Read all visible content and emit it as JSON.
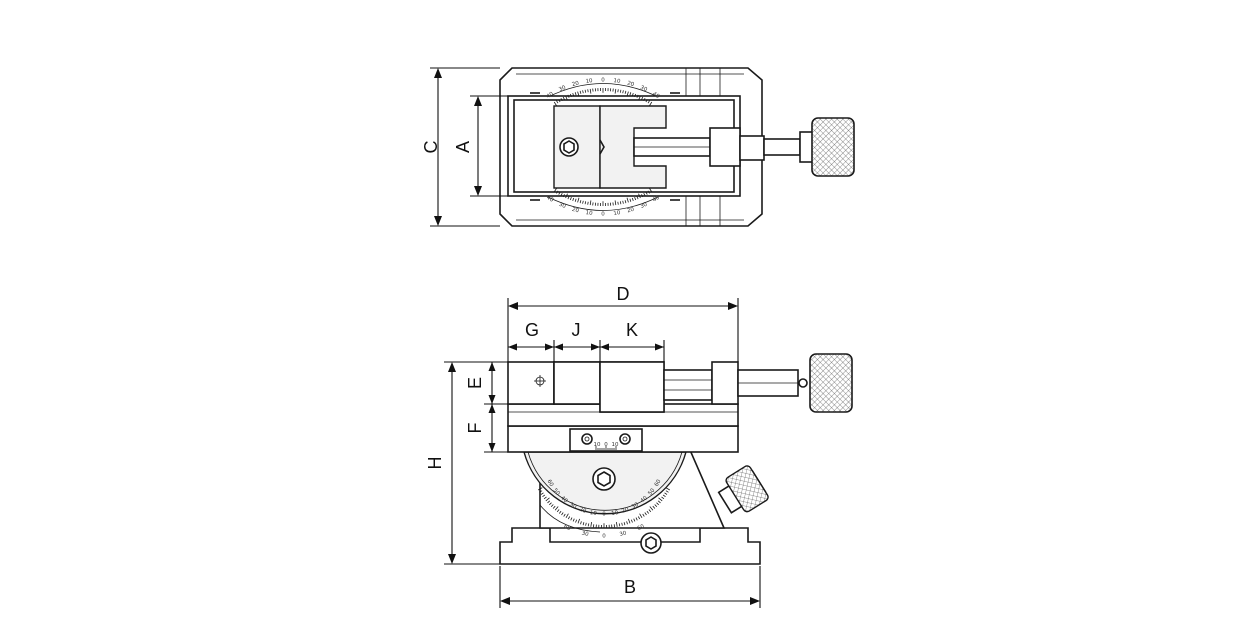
{
  "dimensions": {
    "a": "A",
    "b": "B",
    "c": "C",
    "d": "D",
    "e": "E",
    "f": "F",
    "g": "G",
    "h": "H",
    "j": "J",
    "k": "K"
  },
  "top_scale_upper": [
    "40",
    "30",
    "20",
    "10",
    "0",
    "10",
    "20",
    "30",
    "40"
  ],
  "top_scale_lower": [
    "40",
    "30",
    "20",
    "10",
    "0",
    "10",
    "20",
    "30",
    "40"
  ],
  "small_scale": [
    "10",
    "0",
    "10"
  ],
  "front_scale_inner": [
    "60",
    "50",
    "40",
    "30",
    "20",
    "10",
    "0",
    "10",
    "20",
    "30",
    "40",
    "50",
    "60"
  ],
  "front_scale_outer": [
    "60",
    "30",
    "0",
    "30",
    "60"
  ]
}
